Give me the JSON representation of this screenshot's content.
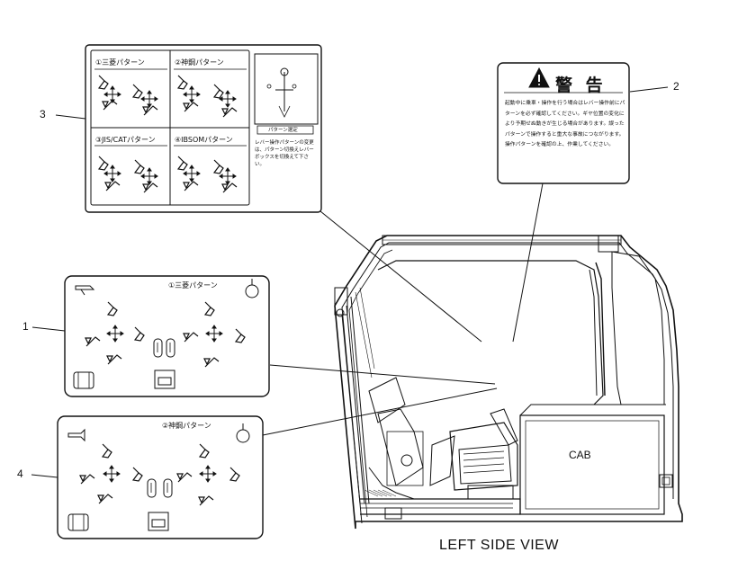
{
  "callouts": [
    "1",
    "2",
    "3",
    "4"
  ],
  "view_label": "LEFT SIDE VIEW",
  "cab_label": "CAB",
  "warning_decal": {
    "title": "警 告",
    "body": "起動中に乗車・操作を行う場合はレバー操作前にパターンを必ず確認してください。ギヤ位置の変化により予期せぬ動きが生じる場合があります。誤ったパターンで操作すると重大な事故につながります。操作パターンを確認の上、作業してください。",
    "icon": "warning-triangle-icon"
  },
  "pattern_chart_decal": {
    "panels": [
      "①三菱パターン",
      "②神鋼パターン",
      "③JIS/CATパターン",
      "④IBSOMパターン"
    ],
    "selector_caption": "パターン選定",
    "selector_note": "レバー操作パターンの変更は、パターン切換えレバーボックスを切換えて下さい。"
  },
  "pattern_decal_1": {
    "title": "①三菱パターン"
  },
  "pattern_decal_4": {
    "title": "②神鋼パターン"
  }
}
